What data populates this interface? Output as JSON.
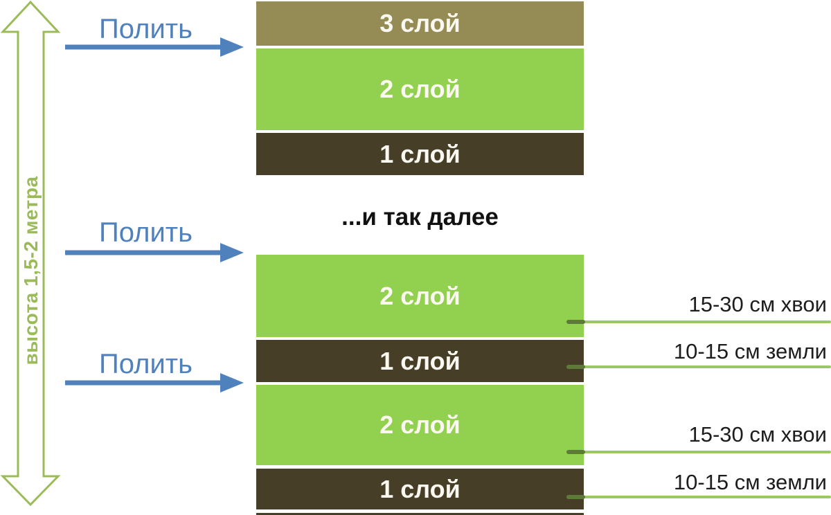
{
  "title": "...и так далее",
  "height_arrow": {
    "label": "высота 1,5-2 метра"
  },
  "watering": {
    "labels": [
      "Полить",
      "Полить",
      "Полить"
    ]
  },
  "top_stack": {
    "layers": [
      {
        "label": "3 слой",
        "color": "#948B55"
      },
      {
        "label": "2 слой",
        "color": "#92D050"
      },
      {
        "label": "1 слой",
        "color": "#463E26"
      }
    ]
  },
  "bottom_stack": {
    "layers": [
      {
        "label": "2 слой",
        "color": "#92D050"
      },
      {
        "label": "1 слой",
        "color": "#463E26"
      },
      {
        "label": "2 слой",
        "color": "#92D050"
      },
      {
        "label": "1 слой",
        "color": "#463E26"
      }
    ]
  },
  "callouts": [
    {
      "label": "15-30 см хвои"
    },
    {
      "label": "10-15 см земли"
    },
    {
      "label": "15-30 см хвои"
    },
    {
      "label": "10-15 см земли"
    }
  ],
  "colors": {
    "layer_green": "#92D050",
    "layer_khaki": "#948B55",
    "layer_dark": "#463E26",
    "arrow_blue": "#4F81BD",
    "accent_green": "#9BBB59",
    "callout_line_green": "#9CC766",
    "callout_cap_green": "#5E7A38"
  }
}
